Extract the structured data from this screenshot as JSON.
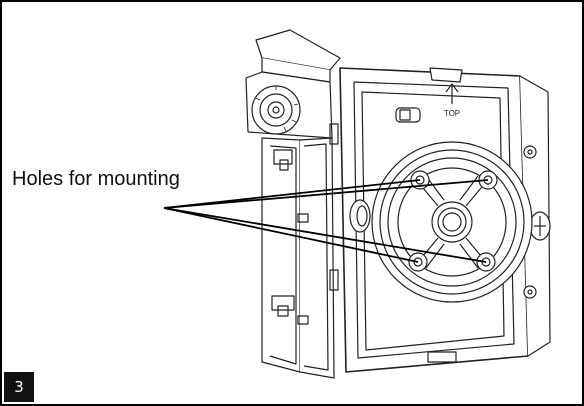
{
  "figure": {
    "callout_text": "Holes for mounting",
    "top_marker": "TOP",
    "step_number": "3"
  }
}
